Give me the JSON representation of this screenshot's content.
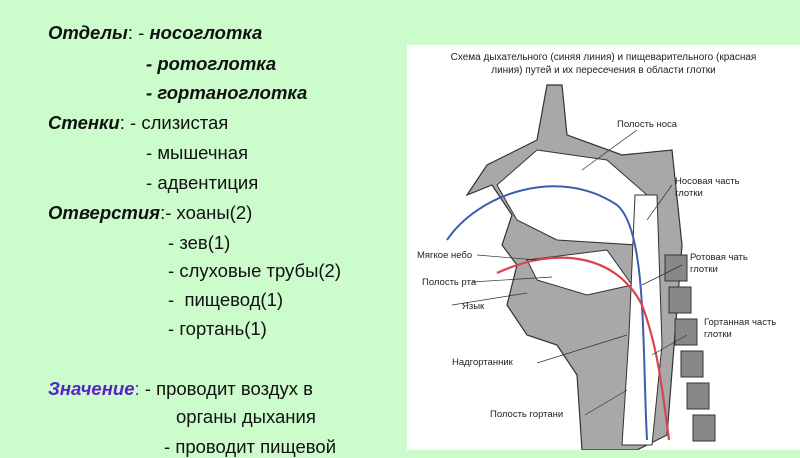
{
  "left": {
    "sections": {
      "label": "Отделы",
      "items": [
        "носоглотка",
        "ротоглотка",
        "гортаноглотка"
      ]
    },
    "walls": {
      "label": "Стенки",
      "items": [
        "слизистая",
        "мышечная",
        "адвентиция"
      ]
    },
    "openings": {
      "label": "Отверстия",
      "items": [
        "хоаны(2)",
        "зев(1)",
        "слуховые трубы(2)",
        "пищевод(1)",
        "гортань(1)"
      ]
    },
    "meaning": {
      "label": "Значение",
      "items": [
        "проводит воздух в",
        "органы дыхания",
        "проводит пищевой"
      ]
    }
  },
  "figure": {
    "caption_line1": "Схема дыхательного (синяя линия) и пищеварительного (красная",
    "caption_line2": "линия) путей и их пересечения в области глотки",
    "labels": {
      "nasal_cavity": "Полость носа",
      "nasopharynx_1": "Носовая часть",
      "nasopharynx_2": "глотки",
      "soft_palate": "Мягкое небо",
      "oral_cavity": "Полость рта",
      "tongue": "Язык",
      "oropharynx_1": "Ротовая чать",
      "oropharynx_2": "глотки",
      "laryngopharynx_1": "Гортанная часть",
      "laryngopharynx_2": "глотки",
      "epiglottis": "Надгортанник",
      "larynx_cavity": "Полость гортани"
    },
    "colors": {
      "respiratory": "#3a5fb0",
      "digestive": "#d9434a",
      "tissue": "#a8a8a8"
    }
  }
}
